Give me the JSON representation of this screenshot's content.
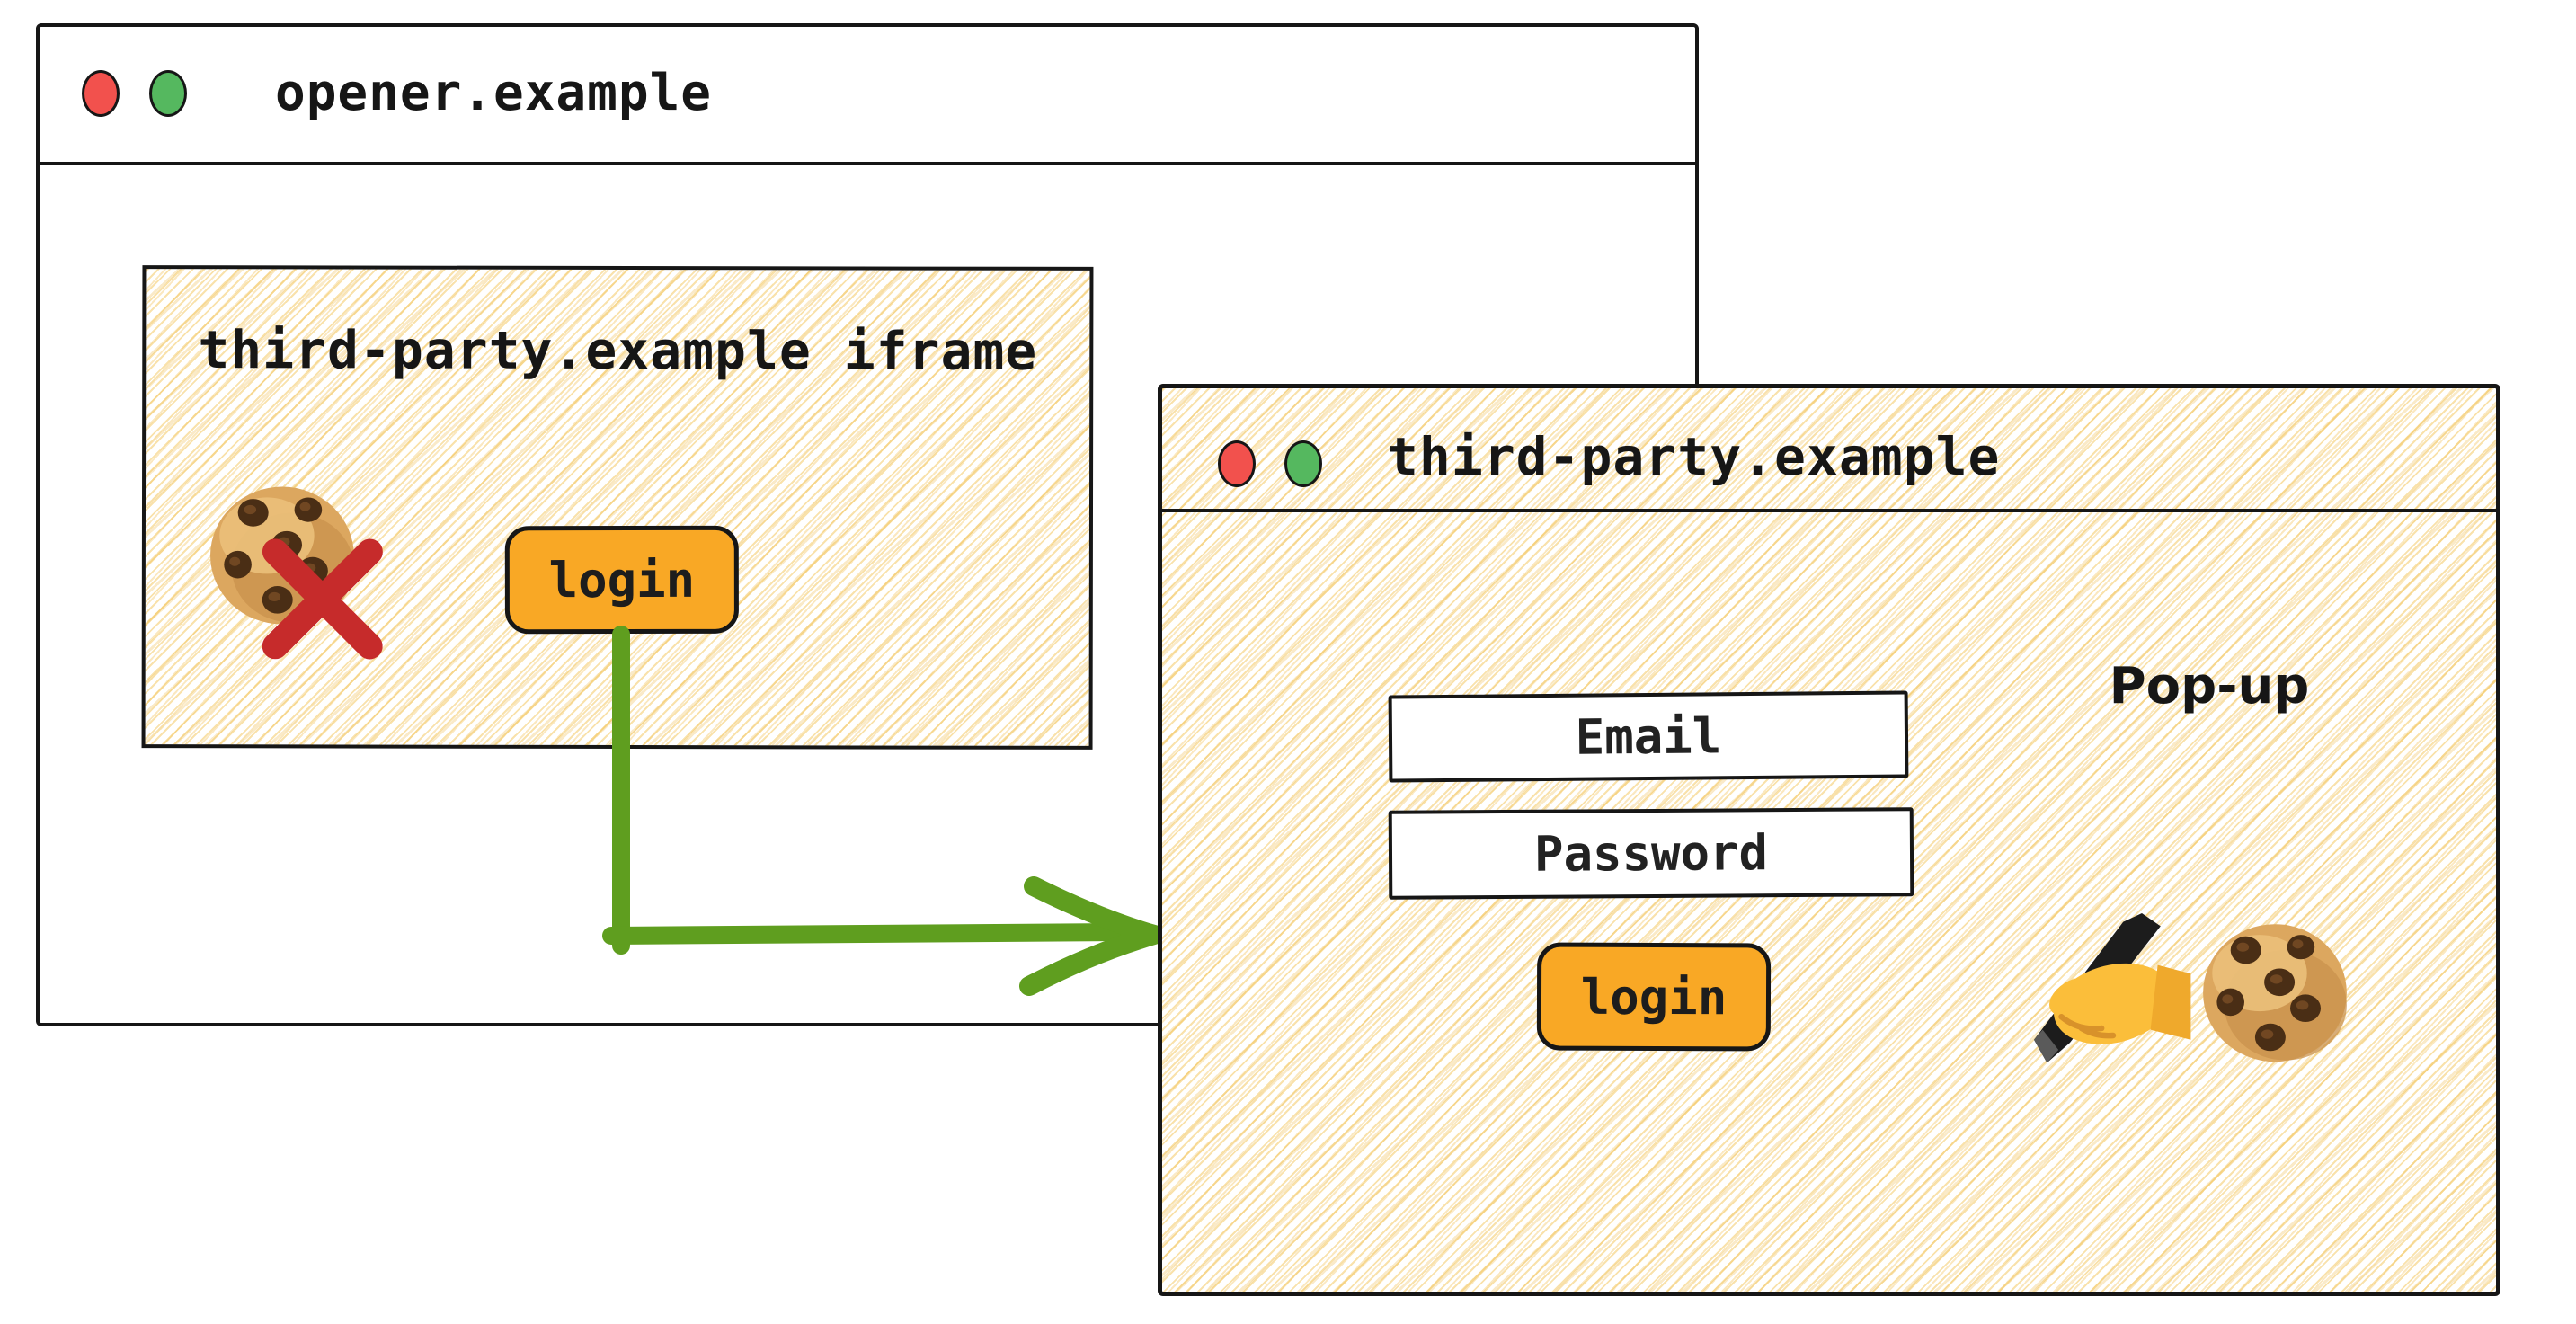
{
  "diagram": {
    "opener_window": {
      "title": "opener.example",
      "window_controls": [
        "close",
        "minimize"
      ],
      "iframe": {
        "label": "third-party.example iframe",
        "login_button_label": "login",
        "icons": [
          "cookie-icon",
          "blocked-cross-icon"
        ]
      }
    },
    "popup_window": {
      "title": "third-party.example",
      "window_controls": [
        "close",
        "minimize"
      ],
      "annotation": "Pop-up",
      "email_field_label": "Email",
      "password_field_label": "Password",
      "login_button_label": "login",
      "icons": [
        "writing-hand-icon",
        "cookie-icon"
      ]
    },
    "arrow": {
      "icon": "login-flow-arrow-icon"
    }
  },
  "colors": {
    "ink": "#161616",
    "button_orange": "#F9A825",
    "arrow_green": "#5F9E1F",
    "cross_red": "#C62B2B",
    "traffic_red": "#F2514D",
    "traffic_green": "#55B85F",
    "hatch_yellow": "#F2C14E"
  }
}
